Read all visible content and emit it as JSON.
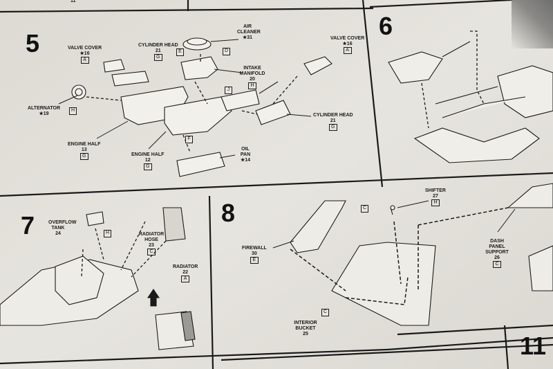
{
  "steps": [
    {
      "number": "5"
    },
    {
      "number": "6"
    },
    {
      "number": "7"
    },
    {
      "number": "8"
    },
    {
      "number": "11"
    }
  ],
  "fragment_top": "11",
  "parts": {
    "valve_cover_left": {
      "name": "VALVE COVER",
      "num": "★16",
      "tag": "A"
    },
    "cylinder_head_left": {
      "name": "CYLINDER HEAD",
      "num": "21",
      "tag": "G"
    },
    "air_cleaner": {
      "name": "AIR CLEANER",
      "num": "★31",
      "tag": "D"
    },
    "intake_manifold": {
      "name": "INTAKE MANIFOLD",
      "num": "20",
      "tag": "H"
    },
    "valve_cover_right": {
      "name": "VALVE COVER",
      "num": "★16",
      "tag": "A"
    },
    "alternator": {
      "name": "ALTERNATOR",
      "num": "★19",
      "tag": "H"
    },
    "engine_half_13": {
      "name": "ENGINE HALF",
      "num": "13",
      "tag": "G"
    },
    "engine_half_12": {
      "name": "ENGINE HALF",
      "num": "12",
      "tag": "G"
    },
    "cylinder_head_right": {
      "name": "CYLINDER HEAD",
      "num": "21",
      "tag": "G"
    },
    "oil_pan": {
      "name": "OIL PAN",
      "num": "★14"
    },
    "overflow_tank": {
      "name": "OVERFLOW TANK",
      "num": "24",
      "tag": "H"
    },
    "radiator_hose": {
      "name": "RADIATOR HOSE",
      "num": "23",
      "tag": "C"
    },
    "radiator": {
      "name": "RADIATOR",
      "num": "22",
      "tag": "A"
    },
    "firewall": {
      "name": "FIREWALL",
      "num": "30",
      "tag": "E"
    },
    "shifter": {
      "name": "SHIFTER",
      "num": "27",
      "tag": "H"
    },
    "interior_bucket": {
      "name": "INTERIOR BUCKET",
      "num": "25",
      "tag": "C"
    },
    "dash_panel_support": {
      "name": "DASH PANEL SUPPORT",
      "num": "26",
      "tag": "C"
    }
  },
  "inline_tags": {
    "e": "E",
    "j": "J",
    "f": "F",
    "c_shifter": "C"
  }
}
